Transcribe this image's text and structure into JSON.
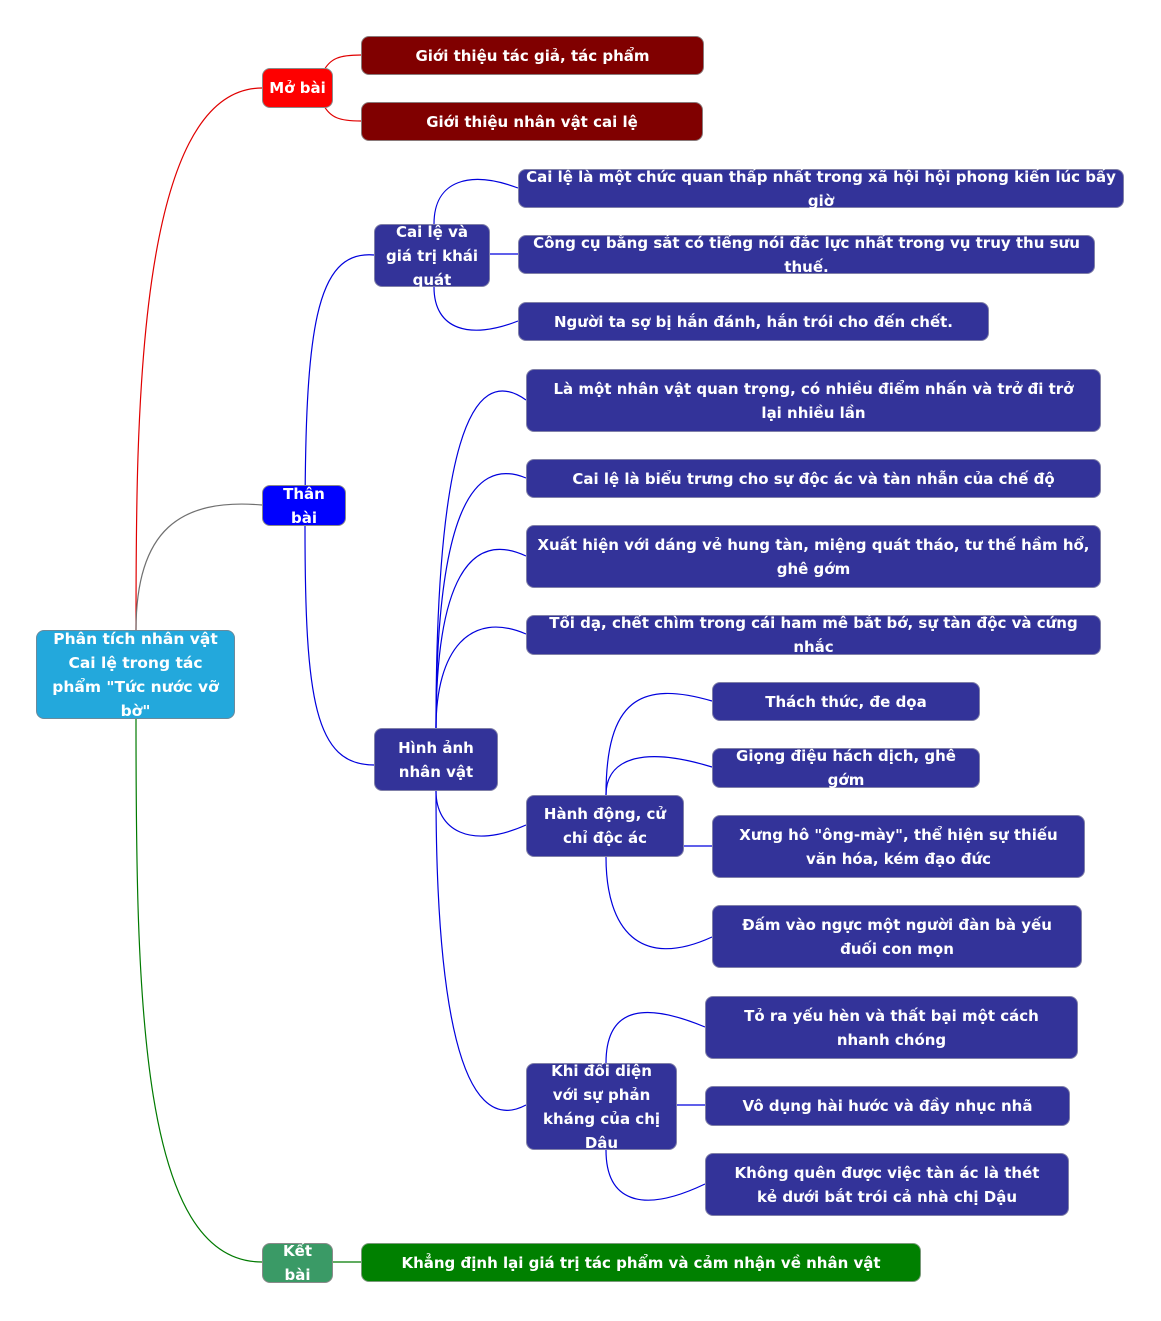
{
  "root": {
    "label": "Phân tích nhân vật Cai lệ trong tác phẩm \"Tức nước vỡ bờ\""
  },
  "mo_bai": {
    "label": "Mở bài",
    "items": [
      "Giới thiệu tác giả, tác phẩm",
      "Giới thiệu nhân vật cai lệ"
    ]
  },
  "than_bai": {
    "label": "Thân bài",
    "cai_le": {
      "label": "Cai lệ và giá trị khái quát",
      "items": [
        "Cai lệ là một chức quan thấp nhất trong xã hội hội phong kiến lúc bấy giờ",
        "Công cụ bằng sắt có tiếng nói đắc lực nhất trong vụ truy thu sưu thuế.",
        "Người ta sợ bị hắn đánh, hắn trói cho đến chết."
      ]
    },
    "hinh_anh": {
      "label": "Hình ảnh nhân vật",
      "items": [
        "Là một nhân vật quan trọng, có nhiều điểm nhấn và trở đi trở lại nhiều lần",
        "Cai lệ là biểu trưng cho sự độc ác và tàn nhẫn của chế độ",
        "Xuất hiện với dáng vẻ hung tàn, miệng quát tháo, tư thế hầm hổ, ghê gớm",
        "Tối dạ, chết chìm trong cái ham mê bắt bớ, sự tàn độc và cứng nhắc"
      ],
      "hanh_dong": {
        "label": "Hành động, cử chỉ độc ác",
        "items": [
          "Thách thức, đe dọa",
          "Giọng điệu hách dịch, ghê gớm",
          "Xưng hô \"ông-mày\", thể hiện sự thiếu văn hóa, kém đạo đức",
          "Đấm vào ngực một người đàn bà yếu đuối con mọn"
        ]
      },
      "khi_doi_dien": {
        "label": "Khi đối diện với sự phản kháng của chị Dâu",
        "items": [
          "Tỏ ra yếu hèn và thất bại một cách nhanh chóng",
          "Vô dụng hài hước và đầy nhục nhã",
          "Không quên được việc tàn ác là thét kẻ dưới bắt trói cả nhà chị Dậu"
        ]
      }
    }
  },
  "ket_bai": {
    "label": "Kết bài",
    "items": [
      "Khẳng định lại giá trị tác phẩm và cảm nhận về nhân vật"
    ]
  },
  "colors": {
    "root": "#23a8dc",
    "mo_bai": "#fe0000",
    "than_bai": "#0000fe",
    "ket_bai": "#3a9a66",
    "mo_bai_leaf": "#800000",
    "than_bai_leaf": "#333399",
    "ket_bai_leaf": "#008000",
    "link_red": "#e00000",
    "link_blue": "#0000dd",
    "link_gray": "#707070",
    "link_green": "#007a00"
  }
}
